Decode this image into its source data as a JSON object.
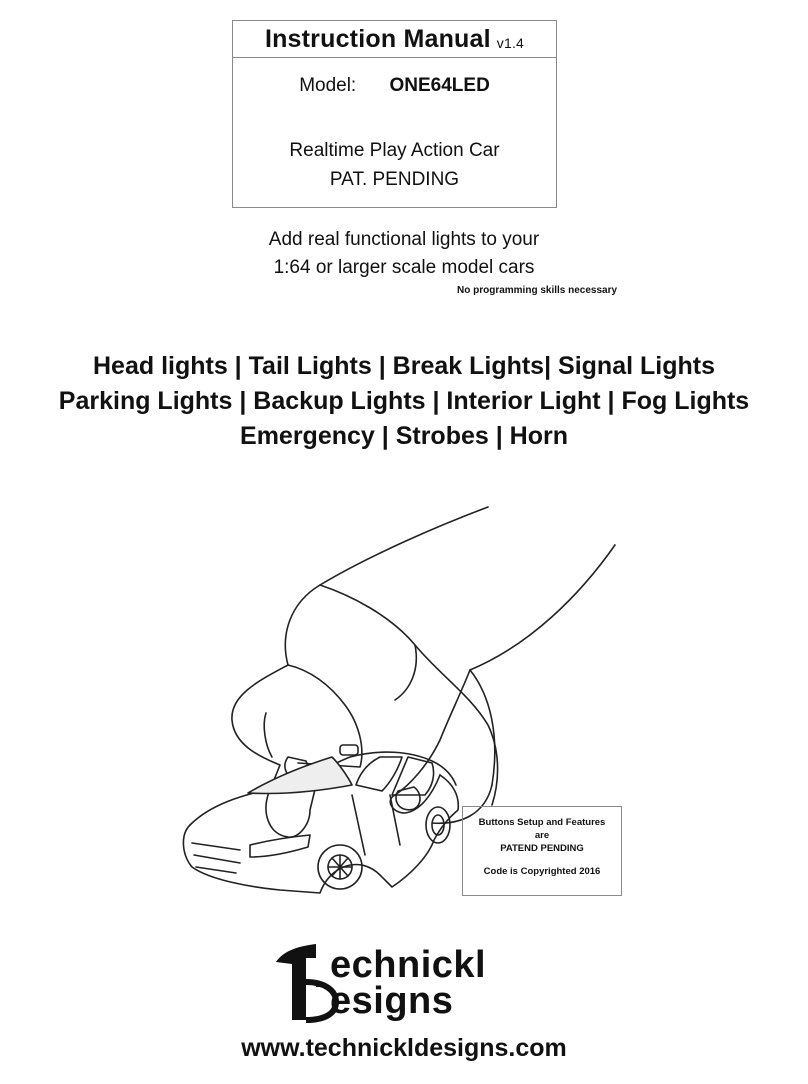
{
  "header": {
    "title": "Instruction Manual",
    "version": "v1.4",
    "model_label": "Model:",
    "model_value": "ONE64LED",
    "product_line1": "Realtime Play Action Car",
    "product_line2": "PAT.  PENDING"
  },
  "intro": {
    "line1": "Add real functional lights to your",
    "line2": "1:64 or larger scale model cars",
    "note": "No programming skills necessary"
  },
  "features": [
    "Head lights | Tail Lights | Break Lights| Signal Lights",
    "Parking Lights | Backup Lights | Interior Light | Fog Lights",
    "Emergency | Strobes | Horn"
  ],
  "patent_box": {
    "line1": "Buttons Setup and Features",
    "line2": "are",
    "line3": "PATEND PENDING",
    "line4": "Code is Copyrighted 2016"
  },
  "logo": {
    "line1": "echnickl",
    "line2": "esigns"
  },
  "footer": {
    "website": "www.technickldesigns.com"
  }
}
